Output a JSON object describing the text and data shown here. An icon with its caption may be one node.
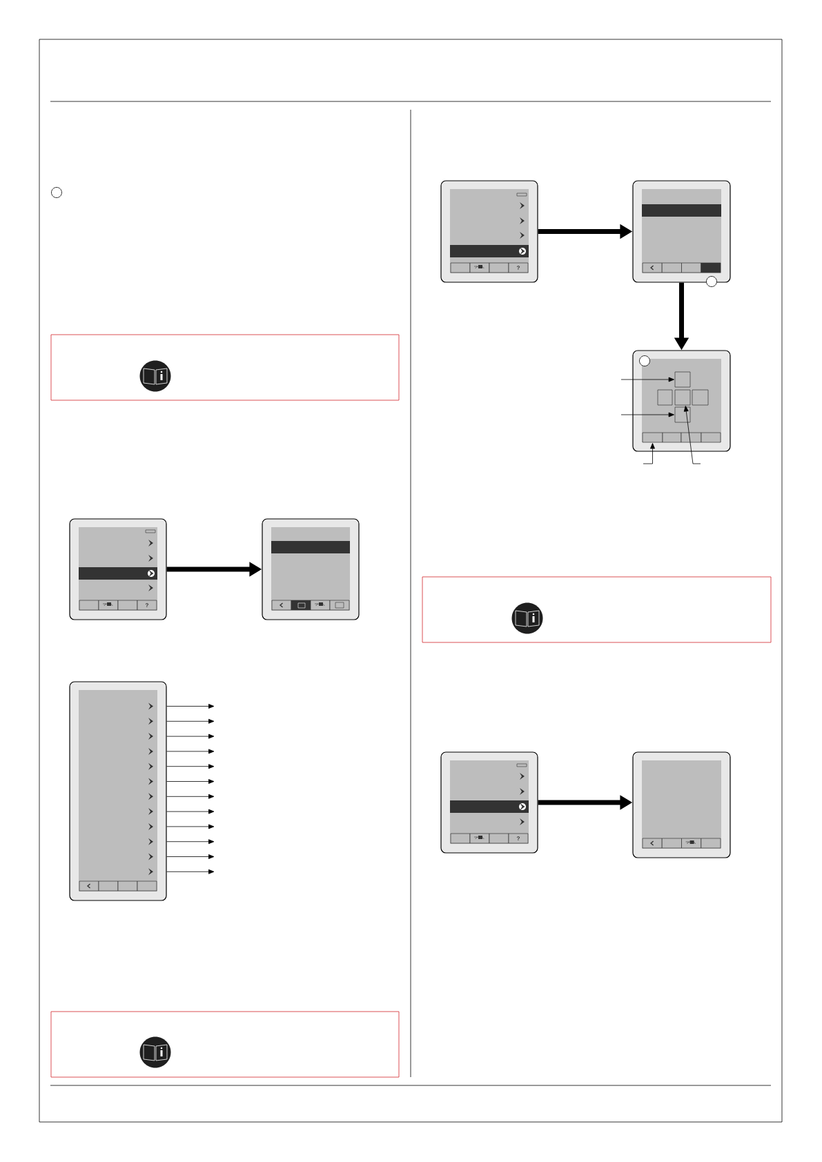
{
  "diagram": {
    "nodes": [
      {
        "text": [],
        "shape": "screen"
      },
      {
        "text": [],
        "shape": "screen"
      },
      {
        "text": [],
        "shape": "screen"
      },
      {
        "text": [],
        "shape": "screen"
      },
      {
        "text": [],
        "shape": "screen"
      },
      {
        "text": [],
        "shape": "screen"
      },
      {
        "text": [],
        "shape": "screen"
      },
      {
        "text": [],
        "shape": "screen"
      },
      {
        "text": [],
        "shape": "box",
        "in": 5
      },
      {
        "text": [],
        "shape": "box",
        "in": 5
      },
      {
        "text": [],
        "shape": "box",
        "in": 5
      },
      {
        "text": [],
        "shape": "box",
        "in": 5
      },
      {
        "text": [],
        "shape": "box",
        "in": 5
      },
      {
        "text": [],
        "shape": "box",
        "in": 5
      },
      {
        "text": [],
        "shape": "box",
        "in": 5
      },
      {
        "text": [],
        "shape": "box",
        "in": 5
      },
      {
        "text": [],
        "shape": "box",
        "in": 5
      }
    ],
    "edges": [
      {
        "from": 0,
        "to": 1,
        "arrow": "to",
        "style": "thick"
      },
      {
        "from": 3,
        "to": 4,
        "arrow": "to",
        "style": "thick"
      },
      {
        "from": 4,
        "to": 5,
        "arrow": "to",
        "style": "thick"
      },
      {
        "from": 6,
        "to": 7,
        "arrow": "to",
        "style": "thick"
      },
      {
        "from": 2,
        "to": null,
        "arrow": "to"
      },
      {
        "from": 2,
        "to": null,
        "arrow": "to"
      },
      {
        "from": 2,
        "to": null,
        "arrow": "to"
      },
      {
        "from": 2,
        "to": null,
        "arrow": "to"
      },
      {
        "from": 2,
        "to": null,
        "arrow": "to"
      },
      {
        "from": 2,
        "to": null,
        "arrow": "to"
      },
      {
        "from": 2,
        "to": null,
        "arrow": "to"
      },
      {
        "from": 2,
        "to": null,
        "arrow": "to"
      },
      {
        "from": 2,
        "to": null,
        "arrow": "to"
      },
      {
        "from": 2,
        "to": null,
        "arrow": "to"
      },
      {
        "from": 2,
        "to": null,
        "arrow": "to"
      },
      {
        "from": 2,
        "to": null,
        "arrow": "to"
      },
      {
        "from": null,
        "to": 8,
        "arrow": "to"
      },
      {
        "from": null,
        "to": 12,
        "arrow": "to"
      },
      {
        "from": null,
        "to": 13,
        "arrow": "to"
      },
      {
        "from": null,
        "to": 10,
        "arrow": "to"
      }
    ],
    "labels": [
      "?",
      "?",
      "?"
    ]
  }
}
